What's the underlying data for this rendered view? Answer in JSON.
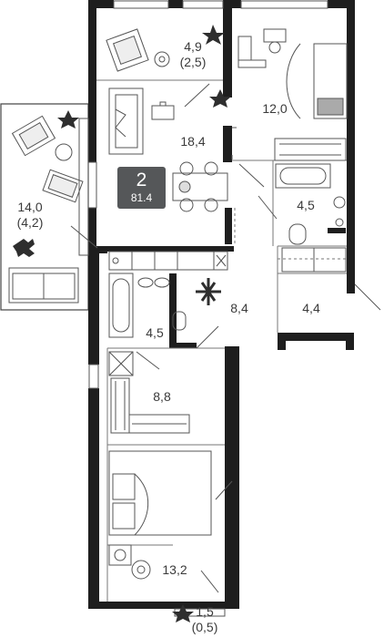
{
  "badge": {
    "rooms": "2",
    "total_area": "81.4"
  },
  "rooms": {
    "balcony_top": {
      "area": "4,9",
      "reduced": "(2,5)"
    },
    "bedroom_top": {
      "area": "12,0"
    },
    "living_kitchen": {
      "area": "18,4"
    },
    "terrace": {
      "area": "14,0",
      "reduced": "(4,2)"
    },
    "bathroom_right": {
      "area": "4,5"
    },
    "hall": {
      "area": "8,4"
    },
    "storage": {
      "area": "4,4"
    },
    "bathroom_left": {
      "area": "4,5"
    },
    "wardrobe": {
      "area": "8,8"
    },
    "bedroom_bottom": {
      "area": "13,2"
    },
    "balcony_bottom": {
      "area": "1,5",
      "reduced": "(0,5)"
    }
  },
  "colors": {
    "wall": "#1e1e1e",
    "line": "#8a8a8a",
    "fixture": "#555555",
    "badge": "#555759"
  }
}
